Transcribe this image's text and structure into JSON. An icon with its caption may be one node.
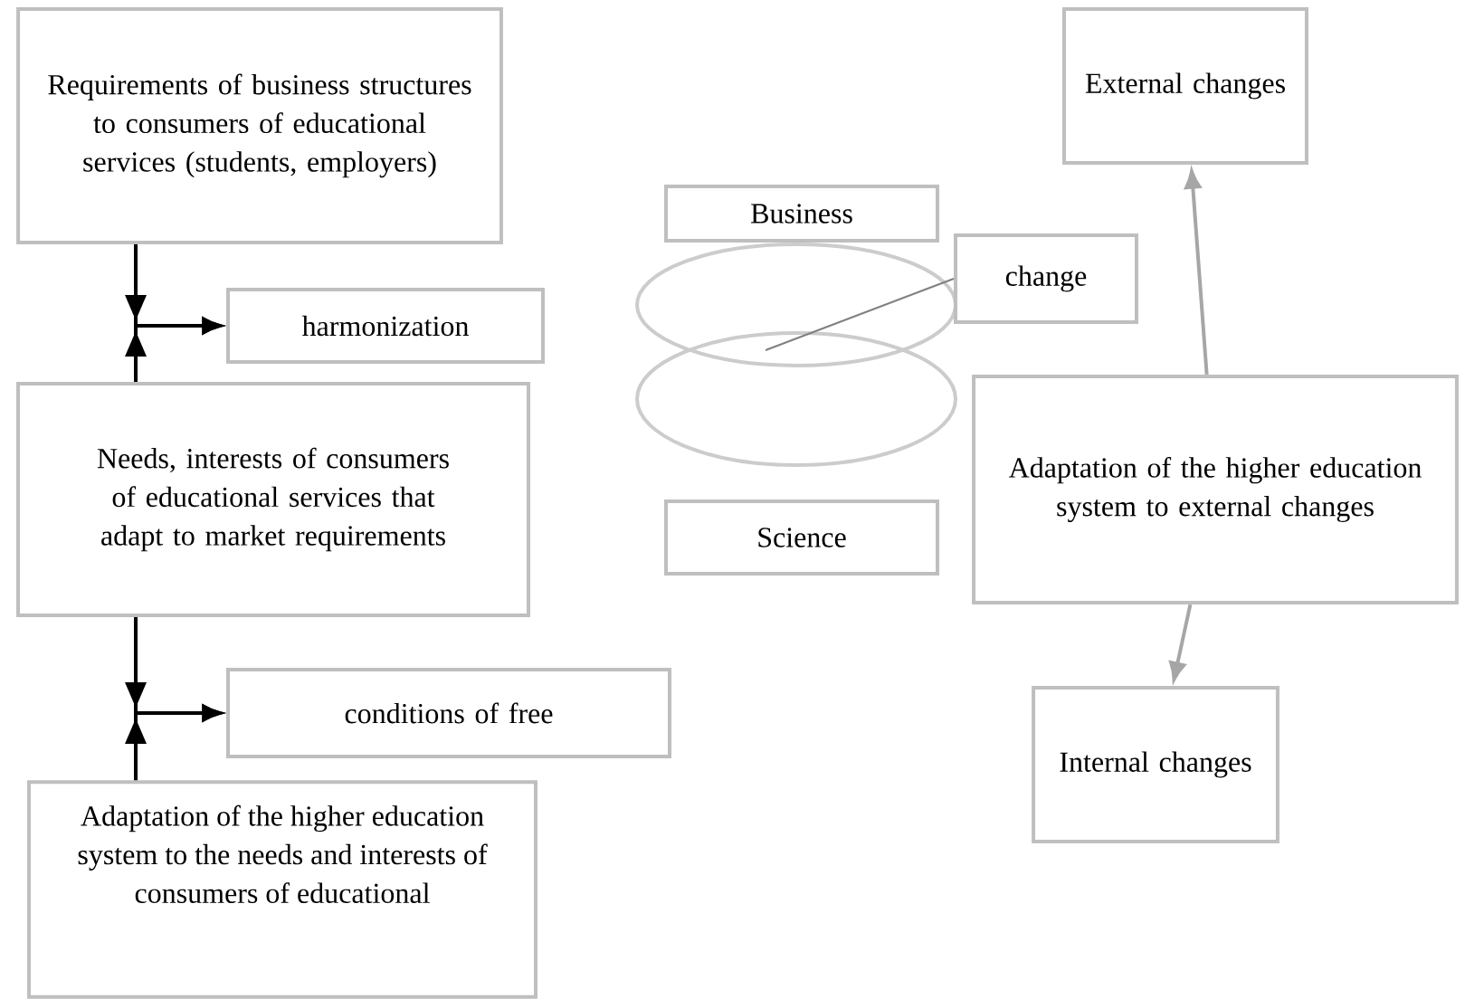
{
  "diagram": {
    "nodes": [
      {
        "text": [
          "Requirements of business structures to consumers of educational services (students, employers)"
        ]
      },
      {
        "text": [
          "harmonization"
        ]
      },
      {
        "text": [
          "Needs, interests of consumers of educational services that adapt to market requirements"
        ]
      },
      {
        "text": [
          "conditions of free"
        ]
      },
      {
        "text": [
          "Adaptation of the higher education system to the needs and interests of consumers of educational"
        ]
      },
      {
        "text": [
          "Business"
        ]
      },
      {
        "text": [],
        "shape": "ellipse"
      },
      {
        "text": [],
        "shape": "ellipse"
      },
      {
        "text": [
          "change"
        ]
      },
      {
        "text": [
          "Science"
        ]
      },
      {
        "text": [
          "External changes"
        ]
      },
      {
        "text": [
          "Adaptation of the higher education system to external changes"
        ]
      },
      {
        "text": [
          "Internal changes"
        ]
      }
    ],
    "edges": [
      {
        "from": 0,
        "to": 1,
        "arrow": "to"
      },
      {
        "from": 2,
        "to": 1,
        "arrow": "to"
      },
      {
        "from": 2,
        "to": 3,
        "arrow": "to"
      },
      {
        "from": 4,
        "to": 3,
        "arrow": "to"
      },
      {
        "from": 8,
        "to": 6,
        "arrow": "none",
        "color": "#808080"
      },
      {
        "from": 11,
        "to": 10,
        "arrow": "to",
        "color": "#a6a6a6"
      },
      {
        "from": 11,
        "to": 12,
        "arrow": "to",
        "color": "#a6a6a6"
      }
    ]
  }
}
